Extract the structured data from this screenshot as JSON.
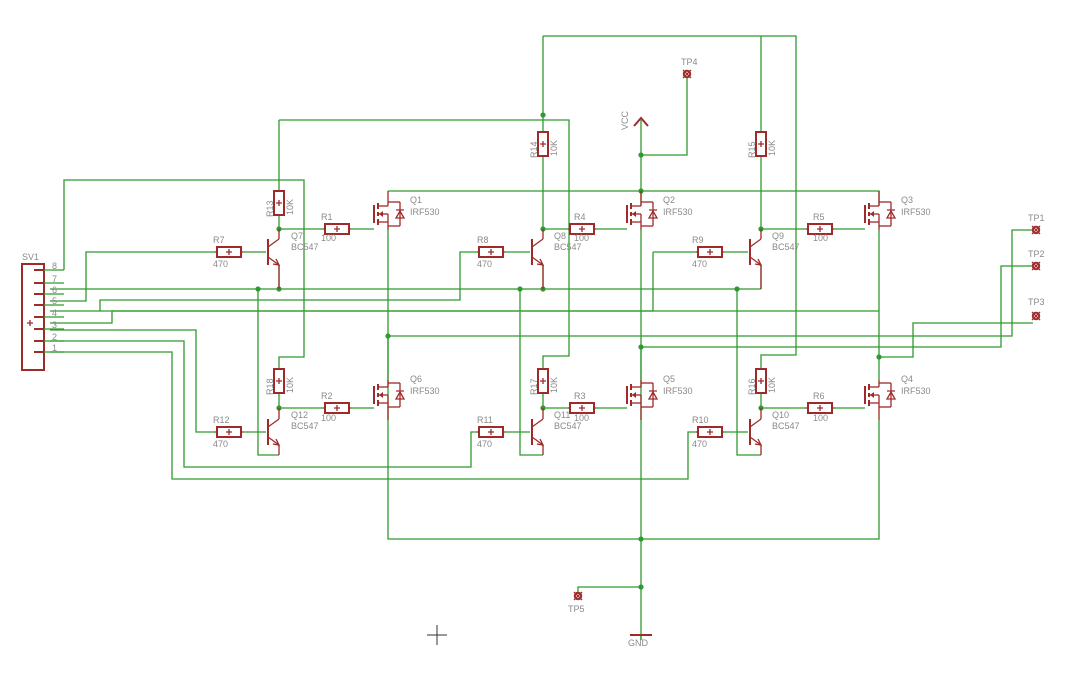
{
  "colors": {
    "wire": "#2f9a2f",
    "part": "#9e2a2a",
    "text": "#8a8a8a",
    "background": "#ffffff"
  },
  "connector": {
    "name": "SV1",
    "pins": [
      "8",
      "7",
      "6",
      "5",
      "4",
      "3",
      "2",
      "1"
    ]
  },
  "power": {
    "vcc": "VCC",
    "gnd": "GND"
  },
  "testpoints": [
    "TP1",
    "TP2",
    "TP3",
    "TP4",
    "TP5"
  ],
  "mosfets": [
    {
      "name": "Q1",
      "value": "IRF530"
    },
    {
      "name": "Q2",
      "value": "IRF530"
    },
    {
      "name": "Q3",
      "value": "IRF530"
    },
    {
      "name": "Q6",
      "value": "IRF530"
    },
    {
      "name": "Q5",
      "value": "IRF530"
    },
    {
      "name": "Q4",
      "value": "IRF530"
    }
  ],
  "bjts": [
    {
      "name": "Q7",
      "value": "BC547"
    },
    {
      "name": "Q8",
      "value": "BC547"
    },
    {
      "name": "Q9",
      "value": "BC547"
    },
    {
      "name": "Q12",
      "value": "BC547"
    },
    {
      "name": "Q11",
      "value": "BC547"
    },
    {
      "name": "Q10",
      "value": "BC547"
    }
  ],
  "gate_resistors": [
    {
      "name": "R1",
      "value": "100"
    },
    {
      "name": "R4",
      "value": "100"
    },
    {
      "name": "R5",
      "value": "100"
    },
    {
      "name": "R2",
      "value": "100"
    },
    {
      "name": "R3",
      "value": "100"
    },
    {
      "name": "R6",
      "value": "100"
    }
  ],
  "base_resistors": [
    {
      "name": "R7",
      "value": "470"
    },
    {
      "name": "R8",
      "value": "470"
    },
    {
      "name": "R9",
      "value": "470"
    },
    {
      "name": "R12",
      "value": "470"
    },
    {
      "name": "R11",
      "value": "470"
    },
    {
      "name": "R10",
      "value": "470"
    }
  ],
  "pullup_resistors": [
    {
      "name": "R13",
      "value": "10K"
    },
    {
      "name": "R14",
      "value": "10K"
    },
    {
      "name": "R15",
      "value": "10K"
    },
    {
      "name": "R18",
      "value": "10K"
    },
    {
      "name": "R17",
      "value": "10K"
    },
    {
      "name": "R16",
      "value": "10K"
    }
  ]
}
